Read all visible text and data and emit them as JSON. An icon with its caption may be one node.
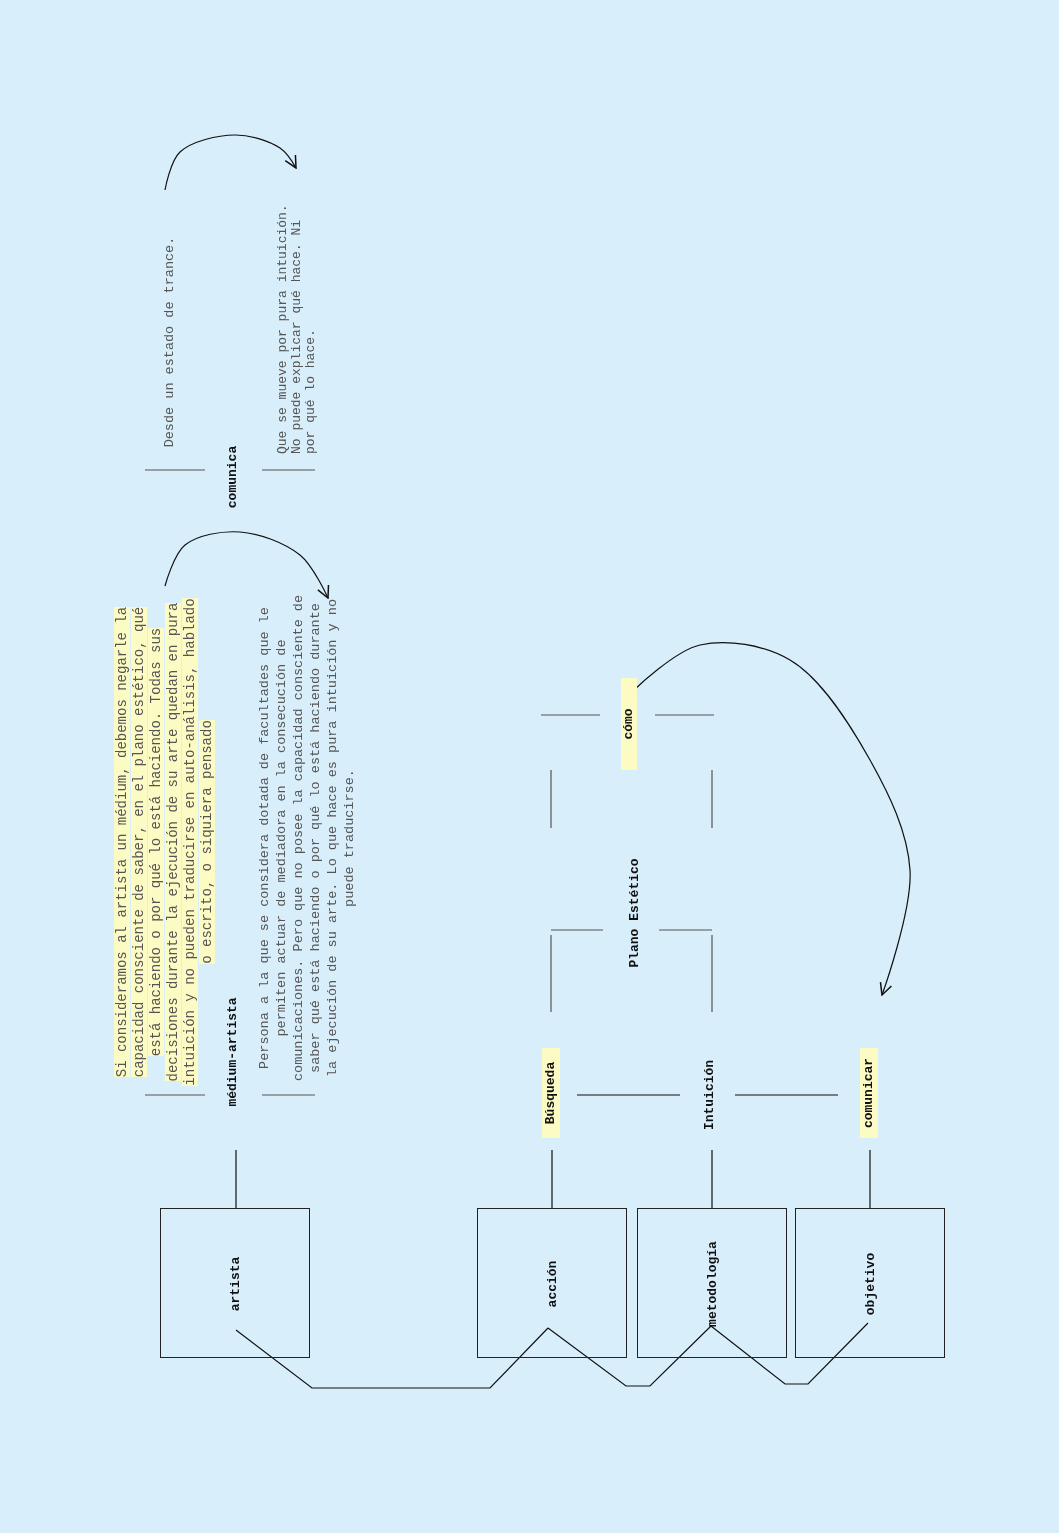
{
  "diagram": {
    "nodes": [
      {
        "text": [
          "artista"
        ]
      },
      {
        "text": [
          "médium-artista"
        ]
      },
      {
        "text": [
          "Si consideramos al artista un médium, debemos negarle la capacidad consciente de saber, en el plano estético, qué está haciendo o por qué lo está haciendo. Todas sus decisiones durante la ejecución de su arte quedan en pura intuición y no pueden traducirse en auto-análisis, hablado o escrito, o siquiera pensado"
        ]
      },
      {
        "text": [
          "Persona a la que se considera dotada de facultades que le permiten actuar de mediadora en la consecución de comunicaciones. Pero que no posee la capacidad consciente de saber qué está haciendo o por qué lo está haciendo durante la ejecución de su arte. Lo que hace es pura intuición y no puede traducirse."
        ]
      },
      {
        "text": [
          "comunica"
        ]
      },
      {
        "text": [
          "Desde un estado de trance."
        ]
      },
      {
        "text": [
          "Que se mueve por pura intuición. No puede explicar qué hace. Ni por qué lo hace."
        ]
      },
      {
        "text": [
          "acción"
        ]
      },
      {
        "text": [
          "metodología"
        ]
      },
      {
        "text": [
          "objetivo"
        ]
      },
      {
        "text": [
          "Búsqueda"
        ]
      },
      {
        "text": [
          "Intuición"
        ]
      },
      {
        "text": [
          "comunicar"
        ]
      },
      {
        "text": [
          "Plano Estético"
        ]
      },
      {
        "text": [
          "cómo"
        ]
      }
    ],
    "edges": [
      {
        "from": 0,
        "to": 1,
        "arrow": "none"
      },
      {
        "from": 7,
        "to": 10,
        "arrow": "none"
      },
      {
        "from": 8,
        "to": 11,
        "arrow": "none"
      },
      {
        "from": 9,
        "to": 12,
        "arrow": "none"
      },
      {
        "from": 10,
        "to": 11,
        "arrow": "none"
      },
      {
        "from": 11,
        "to": 12,
        "arrow": "none"
      },
      {
        "from": 0,
        "to": 7,
        "arrow": "none"
      },
      {
        "from": 7,
        "to": 8,
        "arrow": "none"
      },
      {
        "from": 8,
        "to": 9,
        "arrow": "none"
      },
      {
        "from": 2,
        "to": 3,
        "arrow": "to"
      },
      {
        "from": 5,
        "to": 6,
        "arrow": "to"
      },
      {
        "from": 14,
        "to": 12,
        "arrow": "to"
      }
    ]
  }
}
